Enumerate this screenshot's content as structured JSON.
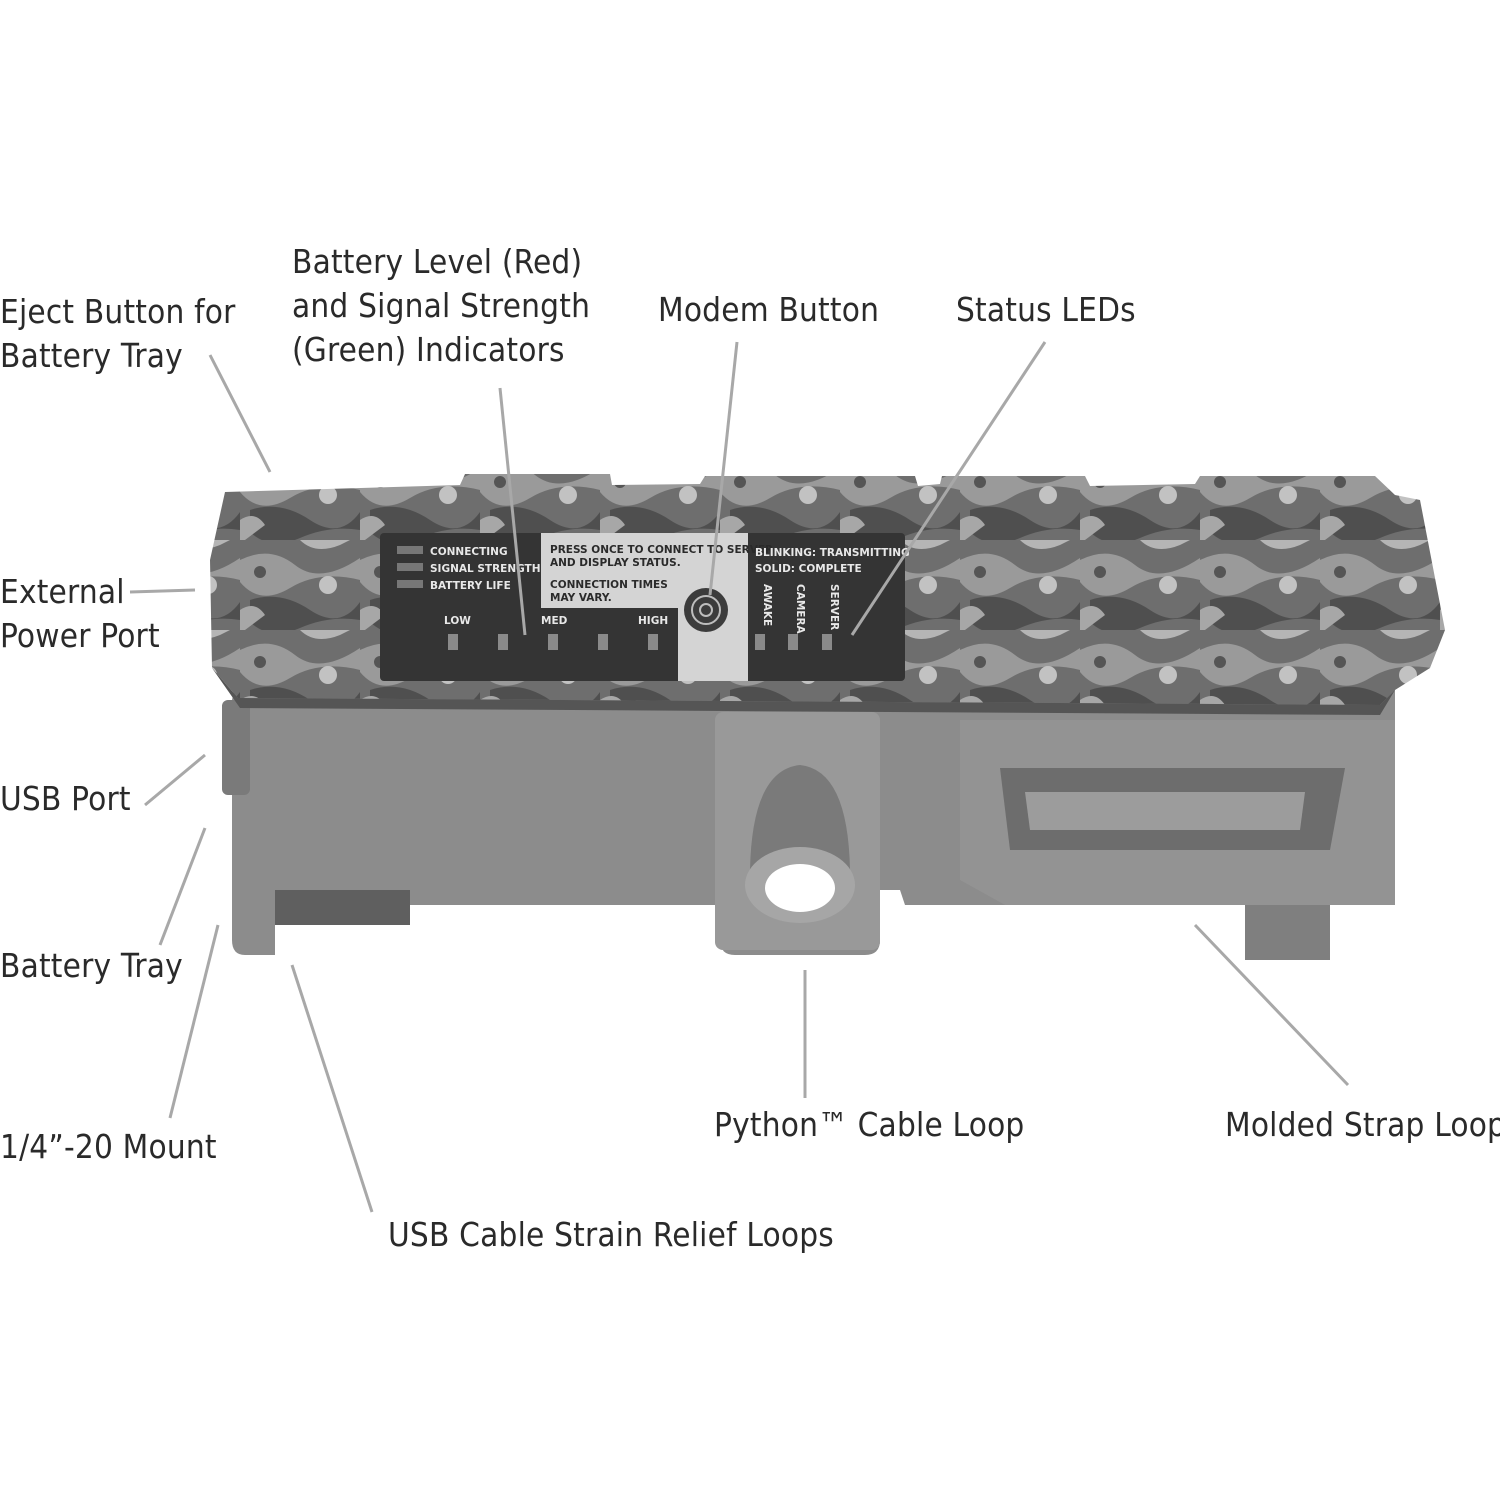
{
  "callouts": {
    "eject_button": "Eject Button for\nBattery Tray",
    "battery_signal": "Battery Level (Red)\nand Signal Strength\n(Green) Indicators",
    "modem_button": "Modem Button",
    "status_leds": "Status LEDs",
    "external_power": "External\nPower Port",
    "usb_port": "USB Port",
    "battery_tray": "Battery Tray",
    "mount": "1/4”-20 Mount",
    "usb_strain": "USB Cable Strain Relief Loops",
    "python_loop": "Python™ Cable Loop",
    "strap_loop": "Molded Strap Loop"
  },
  "device_panel": {
    "legend": [
      "CONNECTING",
      "SIGNAL STRENGTH",
      "BATTERY LIFE"
    ],
    "levels": [
      "LOW",
      "MED",
      "HIGH"
    ],
    "instruction": [
      "PRESS ONCE TO CONNECT TO SERVER",
      "AND DISPLAY STATUS.",
      "CONNECTION TIMES",
      "MAY VARY."
    ],
    "status_header": [
      "BLINKING: TRANSMITTING",
      "SOLID: COMPLETE"
    ],
    "status_labels": [
      "AWAKE",
      "CAMERA",
      "SERVER"
    ]
  },
  "colors": {
    "text": "#2a2a2a",
    "leader_line": "#a8a8a8",
    "housing": "#8a8a8a",
    "camo": "#6f6f6f",
    "panel": "#3a3a3a"
  }
}
